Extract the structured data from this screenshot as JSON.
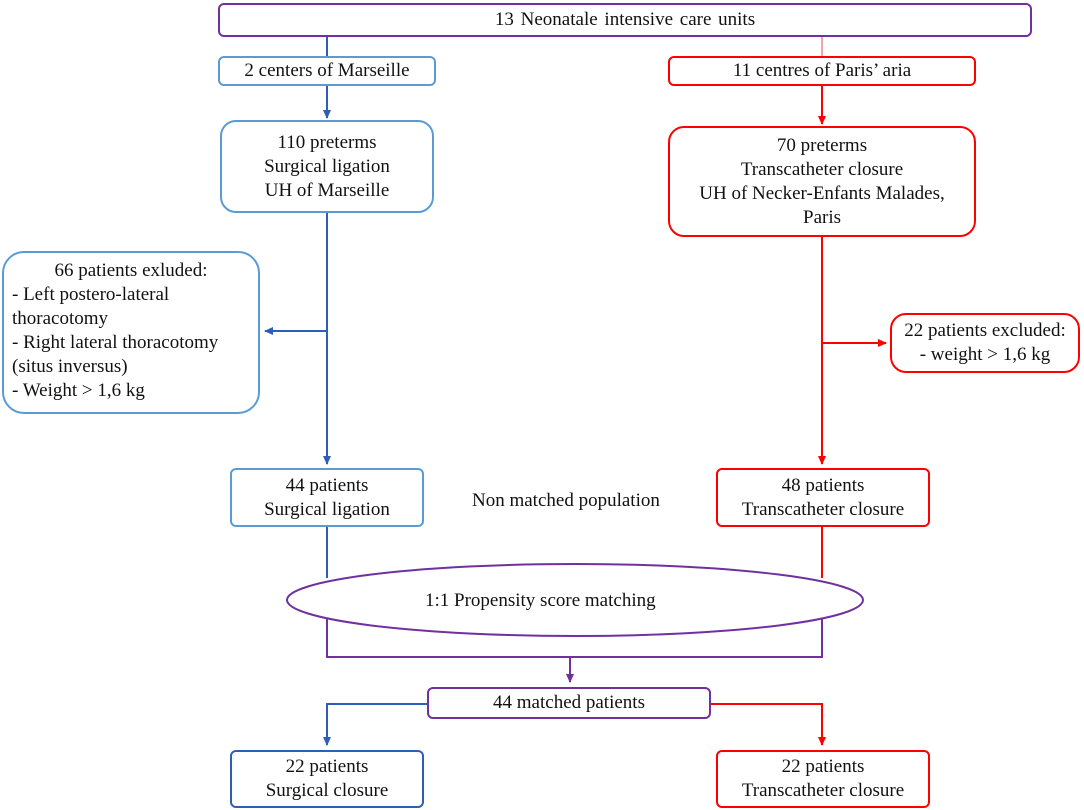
{
  "colors": {
    "purple": "#7030a0",
    "blue_light": "#5b9bd5",
    "blue_dark": "#2e5fb8",
    "red": "#ff0000"
  },
  "top": {
    "units": "13 Neonatale intensive care units"
  },
  "left": {
    "centers": "2 centers of Marseille",
    "preterms": [
      "110 preterms",
      "Surgical ligation",
      "UH of Marseille"
    ],
    "excluded": [
      "66 patients exluded:",
      "- Left postero-lateral",
      "thoracotomy",
      "- Right lateral thoracotomy",
      "(situs inversus)",
      "- Weight > 1,6 kg"
    ],
    "patients": [
      "44 patients",
      "Surgical ligation"
    ],
    "final": [
      "22 patients",
      "Surgical closure"
    ]
  },
  "right": {
    "centers": "11 centres of Paris’ aria",
    "preterms": [
      "70 preterms",
      "Transcatheter closure",
      "UH of Necker-Enfants Malades,",
      "Paris"
    ],
    "excluded": [
      "22 patients excluded:",
      "- weight > 1,6 kg"
    ],
    "patients": [
      "48 patients",
      "Transcatheter closure"
    ],
    "final": [
      "22 patients",
      "Transcatheter closure"
    ]
  },
  "middle": {
    "non_matched": "Non matched population",
    "matching": "1:1 Propensity score matching",
    "matched": "44 matched patients"
  }
}
